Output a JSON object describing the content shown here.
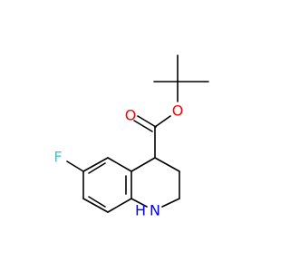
{
  "molecule": {
    "atoms": {
      "fluorine": "F",
      "ester_oxygen": "O",
      "carbonyl_oxygen": "O",
      "amine": "N",
      "amine_hydrogen": "H"
    },
    "colors": {
      "bond": "#000000",
      "F": "#33cccc",
      "O": "#ff0000",
      "N": "#0000ff"
    }
  }
}
